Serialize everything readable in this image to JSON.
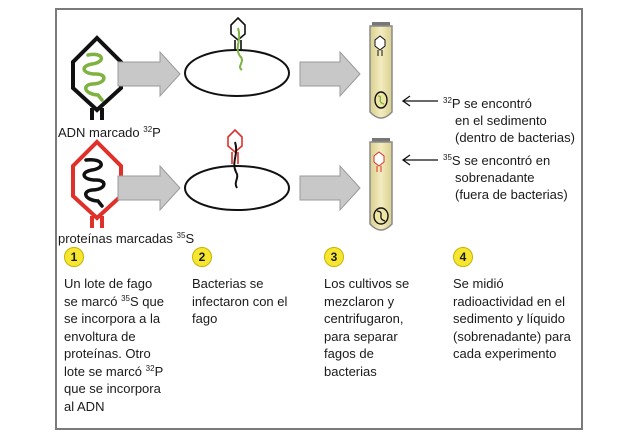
{
  "row1": {
    "label": "ADN marcado",
    "isotope_sup": "32",
    "isotope_sym": "P"
  },
  "row2": {
    "label": "proteínas marcadas",
    "isotope_sup": "35",
    "isotope_sym": "S"
  },
  "result1": {
    "sup": "32",
    "line1": "P se encontró",
    "line2": "en el sedimento",
    "line3": "(dentro de bacterias)"
  },
  "result2": {
    "sup": "35",
    "line1": "S se encontró en",
    "line2": "sobrenadante",
    "line3": "(fuera de bacterias)"
  },
  "steps": [
    {
      "number": "1",
      "text_a": "Un lote de fago\nse marcó ",
      "sup_a": "35",
      "text_b": "S que\nse incorpora a la\nenvoltura de\nproteínas. Otro\nlote se marcó ",
      "sup_b": "32",
      "text_c": "P\nque se incorpora\nal ADN"
    },
    {
      "number": "2",
      "text": "Bacterias se\ninfectaron con el\nfago"
    },
    {
      "number": "3",
      "text": "Los cultivos se\nmezclaron y\ncentrifugaron,\npara separar\nfagos de\nbacterias"
    },
    {
      "number": "4",
      "text": "Se midió\nradioactividad en el\nsedimento y líquido\n(sobrenadante) para\ncada experimento"
    }
  ],
  "colors": {
    "dna_green": "#7fb241",
    "protein_red": "#e0302a",
    "arrow_gray": "#c8c8c8",
    "badge_yellow": "#f6e62f",
    "tube_fill": "#efe6a6"
  }
}
